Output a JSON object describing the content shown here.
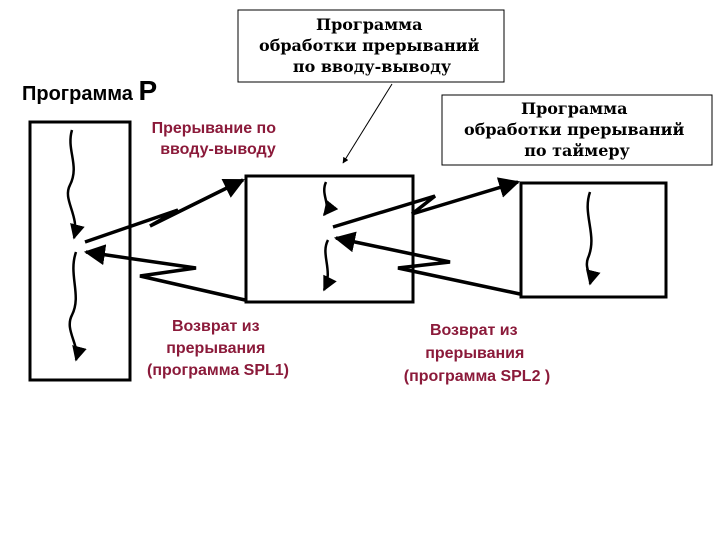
{
  "colors": {
    "accent": "#8b1a3a",
    "line": "#000000"
  },
  "program_p": {
    "prefix": "Программа ",
    "letter": "P"
  },
  "io_handler_box": {
    "lines": [
      "Программа",
      "обработки прерываний",
      "по вводу-выводу"
    ]
  },
  "timer_handler_box": {
    "lines": [
      "Программа",
      "обработки прерываний",
      "по таймеру"
    ]
  },
  "io_interrupt_label": {
    "lines": [
      "Прерывание по",
      "вводу-выводу"
    ]
  },
  "return_spl1_label": {
    "lines": [
      "Возврат из",
      "прерывания",
      "(программа SPL1)"
    ]
  },
  "return_spl2_label": {
    "lines": [
      "Возврат из",
      "прерывания",
      "(программа SPL2 )"
    ]
  }
}
